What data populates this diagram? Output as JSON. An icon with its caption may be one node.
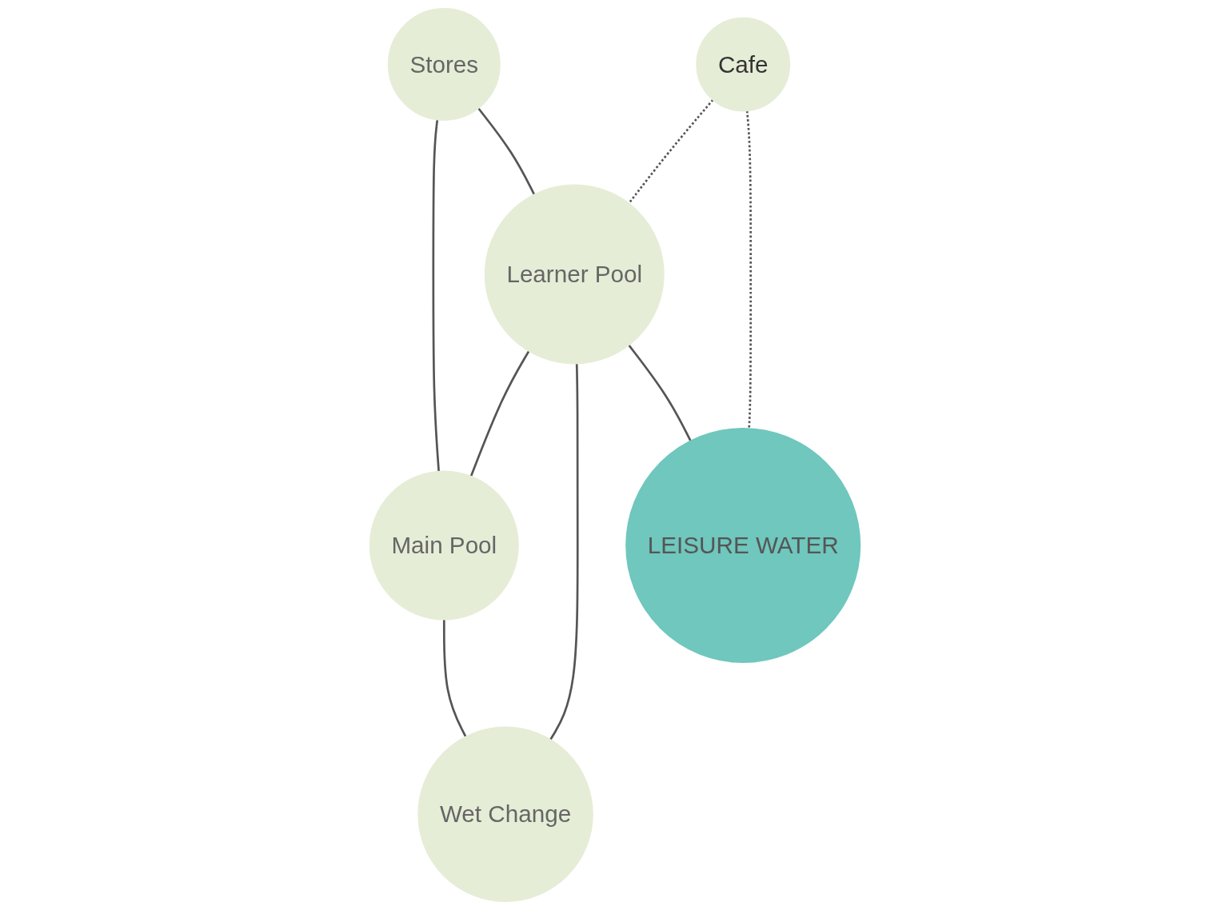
{
  "diagram": {
    "nodes": [
      {
        "text": [
          "Stores"
        ]
      },
      {
        "text": [
          "Main Pool"
        ]
      },
      {
        "text": [
          "Learner Pool"
        ]
      },
      {
        "text": [
          "Cafe"
        ]
      },
      {
        "text": [
          "Wet Change"
        ]
      },
      {
        "text": [
          "LEISURE WATER"
        ]
      }
    ],
    "edges": [
      {
        "from": 0,
        "to": 1,
        "arrow": "none"
      },
      {
        "from": 0,
        "to": 2,
        "arrow": "none"
      },
      {
        "from": 2,
        "to": 1,
        "arrow": "none"
      },
      {
        "from": 1,
        "to": 4,
        "arrow": "none"
      },
      {
        "from": 2,
        "to": 4,
        "arrow": "none"
      },
      {
        "from": 3,
        "to": 2,
        "arrow": "none",
        "style": "dashed"
      },
      {
        "from": 2,
        "to": 5,
        "arrow": "none"
      },
      {
        "from": 3,
        "to": 5,
        "arrow": "none",
        "style": "dashed"
      }
    ]
  }
}
